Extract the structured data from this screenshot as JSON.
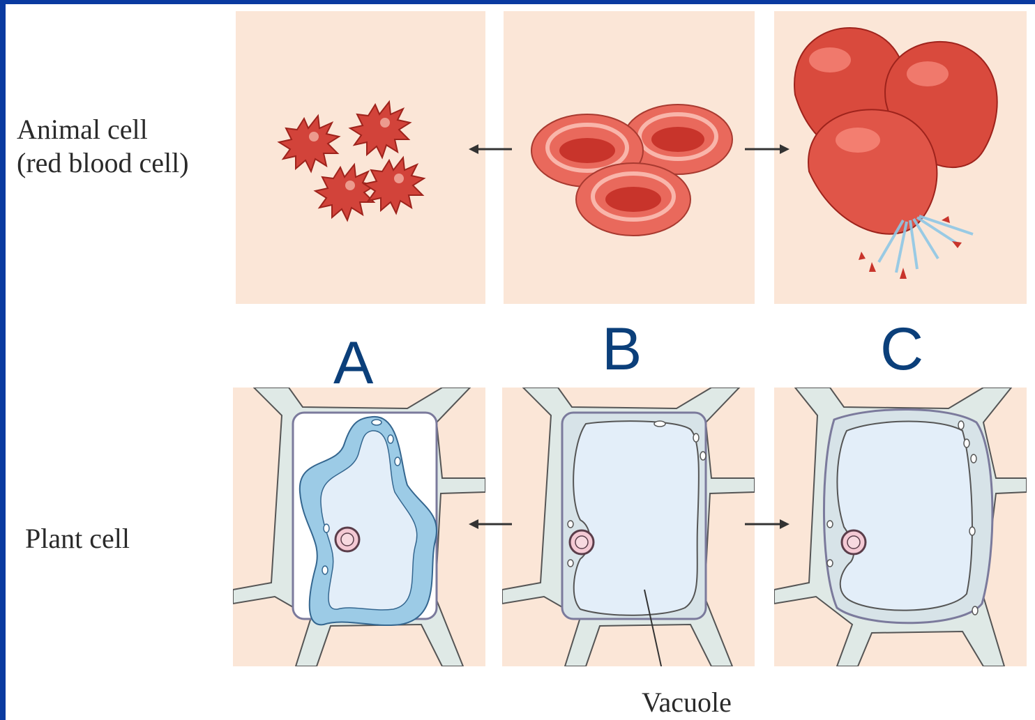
{
  "row_labels": {
    "animal": "Animal cell\n(red blood cell)",
    "plant": "Plant cell"
  },
  "columns": [
    "A",
    "B",
    "C"
  ],
  "annotations": {
    "vacuole": "Vacuole"
  },
  "colors": {
    "frame_border": "#0a3aa0",
    "panel_bg": "#fbe6d7",
    "letter": "#0b3f7a",
    "blood_red": "#d2433a",
    "cell_wall": "#dfe9e6",
    "vacuole": "#e3eef9",
    "membrane": "#7b7a9c"
  }
}
